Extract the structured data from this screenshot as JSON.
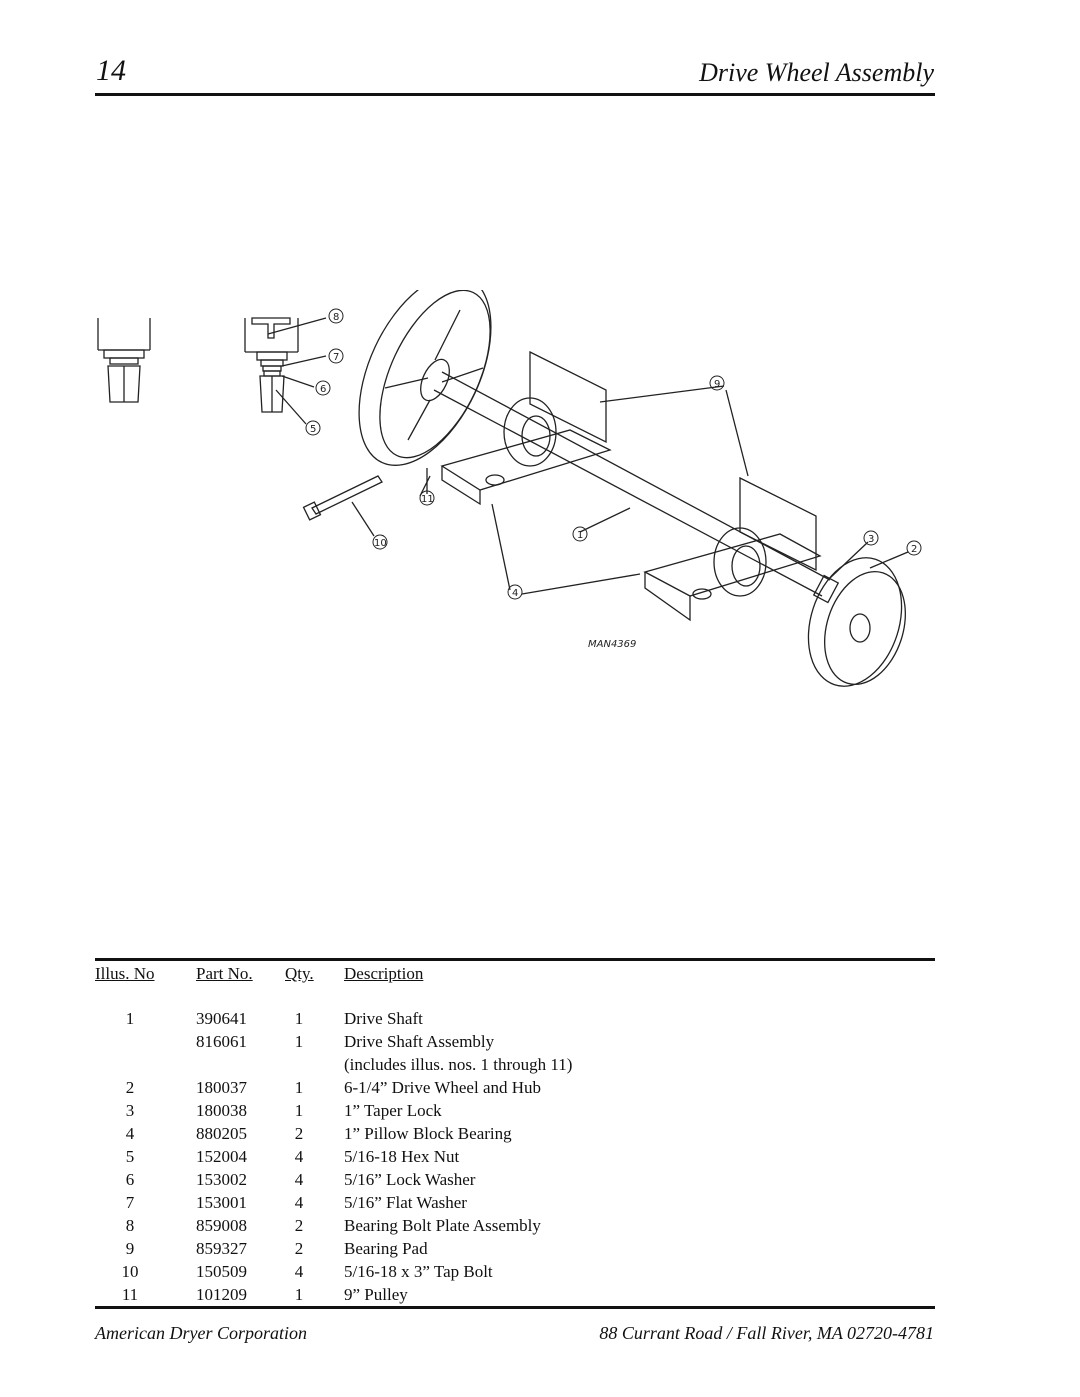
{
  "header": {
    "page_number": "14",
    "title": "Drive Wheel Assembly"
  },
  "diagram": {
    "drawing_id": "MAN4369",
    "callouts": [
      "1",
      "2",
      "3",
      "4",
      "5",
      "6",
      "7",
      "8",
      "9",
      "10",
      "11"
    ]
  },
  "table": {
    "headers": {
      "illus": "Illus. No",
      "part": "Part No.",
      "qty": "Qty.",
      "desc": "Description"
    },
    "rows": [
      {
        "illus": "1",
        "part": "390641",
        "qty": "1",
        "desc": "Drive Shaft"
      },
      {
        "illus": "",
        "part": "816061",
        "qty": "1",
        "desc": "Drive Shaft Assembly"
      },
      {
        "illus": "",
        "part": "",
        "qty": "",
        "desc": "(includes illus. nos. 1 through 11)"
      },
      {
        "illus": "2",
        "part": "180037",
        "qty": "1",
        "desc": "6-1/4” Drive Wheel and Hub"
      },
      {
        "illus": "3",
        "part": "180038",
        "qty": "1",
        "desc": "1” Taper Lock"
      },
      {
        "illus": "4",
        "part": "880205",
        "qty": "2",
        "desc": "1” Pillow Block Bearing"
      },
      {
        "illus": "5",
        "part": "152004",
        "qty": "4",
        "desc": "5/16-18 Hex Nut"
      },
      {
        "illus": "6",
        "part": "153002",
        "qty": "4",
        "desc": "5/16” Lock Washer"
      },
      {
        "illus": "7",
        "part": "153001",
        "qty": "4",
        "desc": "5/16” Flat Washer"
      },
      {
        "illus": "8",
        "part": "859008",
        "qty": "2",
        "desc": "Bearing Bolt Plate Assembly"
      },
      {
        "illus": "9",
        "part": "859327",
        "qty": "2",
        "desc": "Bearing Pad"
      },
      {
        "illus": "10",
        "part": "150509",
        "qty": "4",
        "desc": "5/16-18 x 3” Tap Bolt"
      },
      {
        "illus": "11",
        "part": "101209",
        "qty": "1",
        "desc": "9” Pulley"
      }
    ]
  },
  "footer": {
    "company": "American Dryer Corporation",
    "address": "88 Currant Road / Fall River, MA 02720-4781"
  }
}
